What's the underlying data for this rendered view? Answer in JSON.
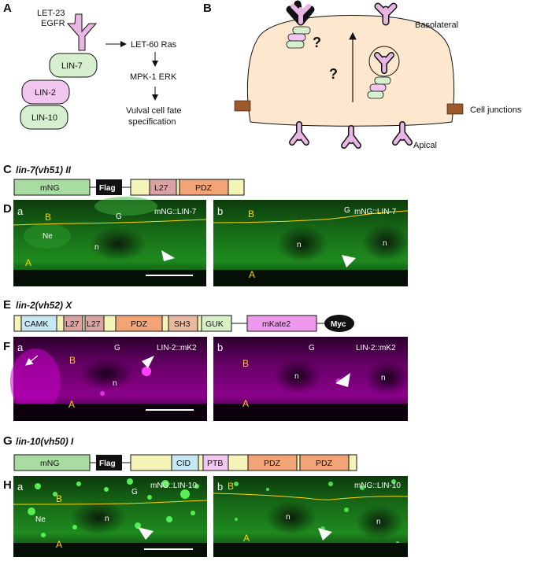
{
  "panels": {
    "A": "A",
    "B": "B",
    "C": "C",
    "D": "D",
    "E": "E",
    "F": "F",
    "G": "G",
    "H": "H"
  },
  "panel_a": {
    "receptor": "LET-23",
    "receptor_sub": "EGFR",
    "lin7": "LIN-7",
    "lin2": "LIN-2",
    "lin10": "LIN-10",
    "ras": "LET-60 Ras",
    "erk": "MPK-1 ERK",
    "fate1": "Vulval cell fate",
    "fate2": "specification"
  },
  "panel_b": {
    "basolateral": "Basolateral",
    "apical": "Apical",
    "junctions": "Cell junctions",
    "question": "?"
  },
  "panel_c": {
    "title": "lin-7(vh51) II",
    "domains": [
      "mNG",
      "Flag",
      "L27",
      "PDZ"
    ]
  },
  "panel_d": {
    "sub_a": "a",
    "sub_b": "b",
    "label_a": "mNG::LIN-7",
    "label_b": "mNG::LIN-7",
    "B": "B",
    "A": "A",
    "G": "G",
    "Ne": "Ne",
    "n": "n"
  },
  "panel_e": {
    "title": "lin-2(vh52) X",
    "domains": [
      "CAMK",
      "L27",
      "L27",
      "PDZ",
      "SH3",
      "GUK",
      "mKate2",
      "Myc"
    ]
  },
  "panel_f": {
    "sub_a": "a",
    "sub_b": "b",
    "label_a": "LIN-2::mK2",
    "label_b": "LIN-2::mK2",
    "B": "B",
    "A": "A",
    "G": "G",
    "n": "n"
  },
  "panel_g": {
    "title": "lin-10(vh50) I",
    "domains": [
      "mNG",
      "Flag",
      "CID",
      "PTB",
      "PDZ",
      "PDZ"
    ]
  },
  "panel_h": {
    "sub_a": "a",
    "sub_b": "b",
    "label_a": "mNG::LIN-10",
    "label_b": "mNG::LIN-10",
    "B": "B",
    "A": "A",
    "G": "G",
    "Ne": "Ne",
    "n": "n"
  },
  "colors": {
    "mng": "#a8dca0",
    "lin7": "#d6f0cf",
    "lin2": "#f2c7ef",
    "receptor": "#e8b6e2",
    "l27": "#d9a3a3",
    "pdz": "#f2a477",
    "yellowpad": "#f4f4b8",
    "camk": "#c6e8f2",
    "sh3": "#e8b8a0",
    "guk": "#d8f0c8",
    "mkate": "#ee99ee",
    "cell": "#fde7cf",
    "junction": "#9c5a2a",
    "green_img": "#2fae2f",
    "magenta_img": "#c800c8"
  }
}
